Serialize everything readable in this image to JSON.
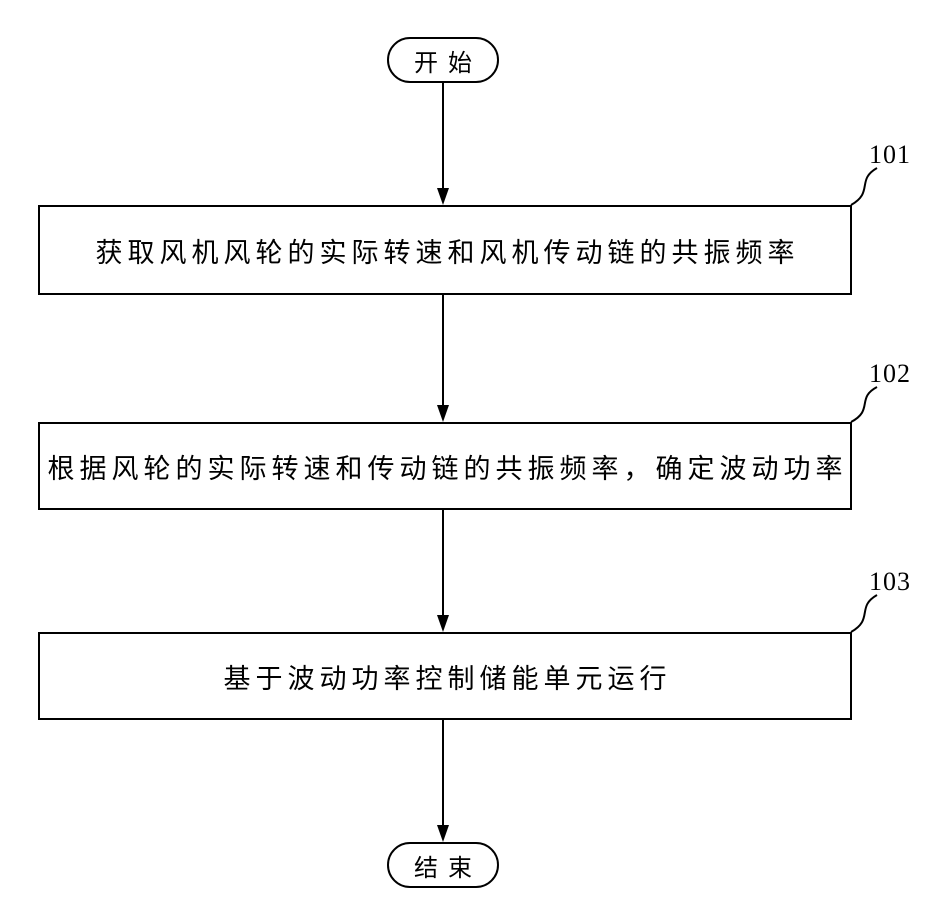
{
  "figure": {
    "type": "flowchart",
    "background_color": "#ffffff",
    "line_color": "#000000",
    "start_label": "开始",
    "end_label": "结束",
    "steps": [
      {
        "ref": "101",
        "text": "获取风机风轮的实际转速和风机传动链的共振频率"
      },
      {
        "ref": "102",
        "text": "根据风轮的实际转速和传动链的共振频率，确定波动功率"
      },
      {
        "ref": "103",
        "text": "基于波动功率控制储能单元运行"
      }
    ]
  }
}
